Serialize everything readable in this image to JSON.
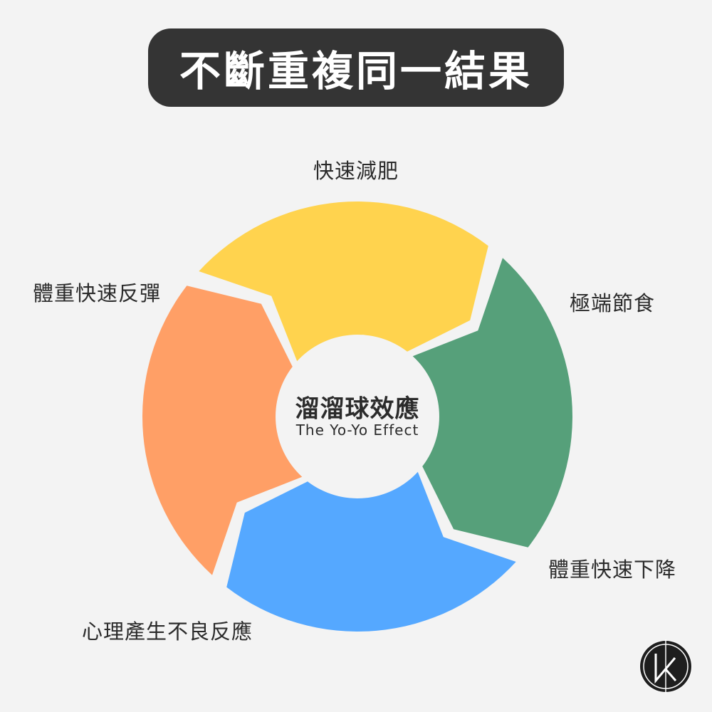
{
  "title": "不斷重複同一結果",
  "center": {
    "title_zh": "溜溜球效應",
    "title_en": "The Yo-Yo Effect"
  },
  "stages": [
    {
      "label": "快速減肥",
      "color": "#FFD34E"
    },
    {
      "label": "極端節食",
      "color": "#56A07A"
    },
    {
      "label": "體重快速下降",
      "color": "#55A8FF"
    },
    {
      "label": "心理產生不良反應",
      "color": "#FF9F66"
    },
    {
      "label": "體重快速反彈",
      "color": "#FF9F66"
    }
  ],
  "segment_colors": [
    "#FFD34E",
    "#56A07A",
    "#55A8FF",
    "#FF9F66"
  ],
  "logo_text": "K"
}
